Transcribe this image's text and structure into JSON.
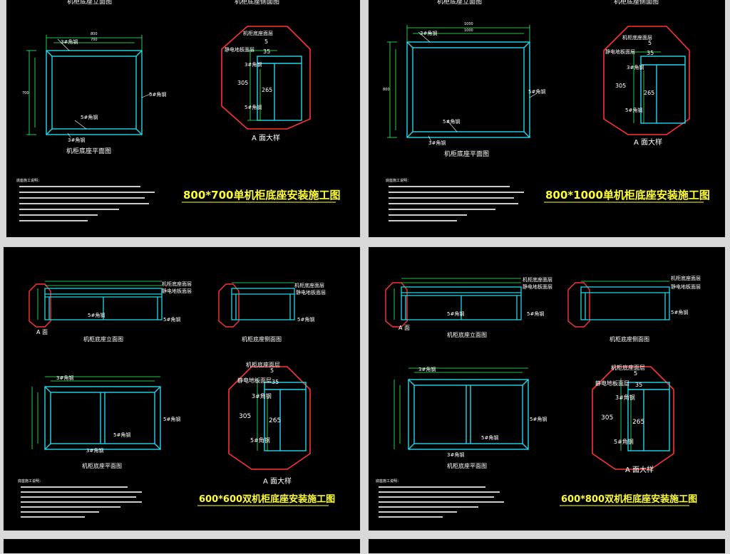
{
  "sheets": [
    {
      "top": {
        "elevation": "机柜底座立面图",
        "side": "机柜底座侧面图"
      },
      "plan_label": "机柜底座平面图",
      "title": "800*700单机柜底座安装施工图",
      "detail": {
        "layer1": "机柜底座面层",
        "layer2": "静电地板面层",
        "dims": [
          "5",
          "35",
          "305",
          "265"
        ],
        "steel3": "3#角钢",
        "steel5": "5#角钢",
        "caption": "A 面大样"
      },
      "plan_dims": {
        "top": "800",
        "top2": "700",
        "left": "700"
      },
      "plan_callouts": {
        "a": "3#角钢",
        "b": "5#角钢",
        "c": "5#角钢",
        "d": "3#角钢"
      }
    },
    {
      "top": {
        "elevation": "机柜底座立面图",
        "side": "机柜底座侧面图"
      },
      "plan_label": "机柜底座平面图",
      "title": "800*1000单机柜底座安装施工图",
      "detail": {
        "layer1": "机柜底座面层",
        "layer2": "静电地板面层",
        "dims": [
          "5",
          "35",
          "305",
          "265"
        ],
        "steel3": "3#角钢",
        "steel5": "5#角钢",
        "caption": "A 面大样"
      },
      "plan_dims": {
        "top": "1000",
        "top2": "1000",
        "left": "800"
      },
      "plan_callouts": {
        "a": "3#角钢",
        "b": "5#角钢",
        "c": "5#角钢",
        "d": "3#角钢"
      }
    },
    {
      "elev_label": "机柜底座立面图",
      "side_label": "机柜底座侧面图",
      "plan_label": "机柜底座平面图",
      "title": "600*600双机柜底座安装施工图",
      "elev_callouts": {
        "l1": "机柜底座面层",
        "l2": "静电地板面层",
        "s5": "5#角钢",
        "s5b": "5#角钢",
        "a": "A 面"
      },
      "detail": {
        "layer1": "机柜底座面层",
        "layer2": "静电地板面层",
        "dims": [
          "5",
          "35",
          "305",
          "265"
        ],
        "steel3": "3#角钢",
        "steel5": "5#角钢",
        "caption": "A 面大样"
      },
      "plan_callouts": {
        "a": "3#角钢",
        "b": "5#角钢",
        "c": "5#角钢",
        "d": "3#角钢"
      }
    },
    {
      "elev_label": "机柜底座立面图",
      "side_label": "机柜底座侧面图",
      "plan_label": "机柜底座平面图",
      "title": "600*800双机柜底座安装施工图",
      "elev_callouts": {
        "l1": "机柜底座面层",
        "l2": "静电地板面层",
        "s5": "5#角钢",
        "s5b": "5#角钢",
        "a": "A 面"
      },
      "detail": {
        "layer1": "机柜底座面层",
        "layer2": "静电地板面层",
        "dims": [
          "5",
          "35",
          "305",
          "265"
        ],
        "steel3": "3#角钢",
        "steel5": "5#角钢",
        "caption": "A 面大样"
      },
      "plan_callouts": {
        "a": "3#角钢",
        "b": "5#角钢",
        "c": "5#角钢",
        "d": "3#角钢"
      }
    }
  ],
  "notes_heading": "底座施工说明：",
  "colors": {
    "frame": "#22d8e8",
    "dim": "#33ff66",
    "octagon": "#ff3333",
    "title": "#ffff33",
    "paper": "#000000"
  }
}
